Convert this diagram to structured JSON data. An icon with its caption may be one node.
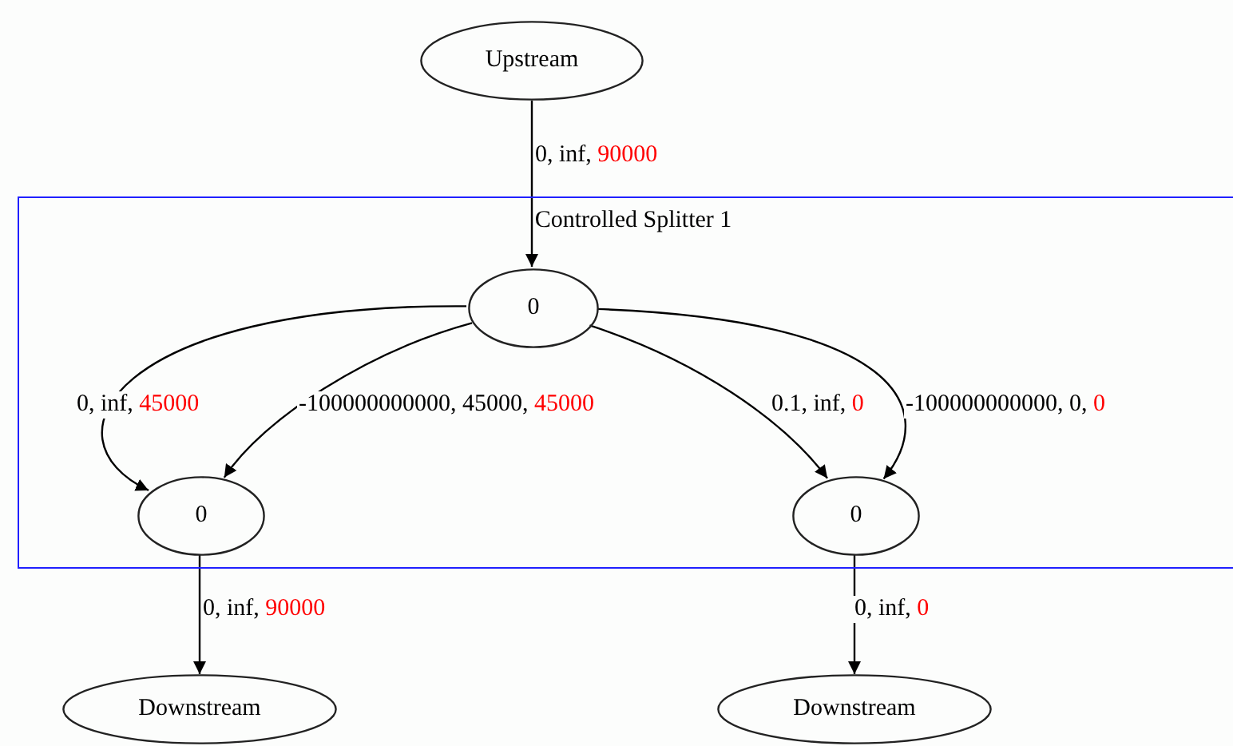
{
  "diagram": {
    "nodes": [
      {
        "text": [
          "Upstream"
        ]
      },
      {
        "text": [
          "Controlled Splitter 1"
        ]
      },
      {
        "text": [
          "0"
        ],
        "in": 1
      },
      {
        "text": [
          "0"
        ],
        "in": 1
      },
      {
        "text": [
          "0"
        ],
        "in": 1
      },
      {
        "text": [
          "Downstream"
        ]
      },
      {
        "text": [
          "Downstream"
        ]
      }
    ],
    "edges": [
      {
        "from": 0,
        "to": 2,
        "arrow": "to",
        "label": "0, inf, 90000"
      },
      {
        "from": 2,
        "to": 3,
        "arrow": "to",
        "label": "0, inf, 45000"
      },
      {
        "from": 2,
        "to": 3,
        "arrow": "to",
        "label": "-100000000000, 45000, 45000"
      },
      {
        "from": 2,
        "to": 4,
        "arrow": "to",
        "label": "0.1, inf, 0"
      },
      {
        "from": 2,
        "to": 4,
        "arrow": "to",
        "label": "-100000000000, 0, 0"
      },
      {
        "from": 3,
        "to": 5,
        "arrow": "to",
        "label": "0, inf, 90000"
      },
      {
        "from": 4,
        "to": 6,
        "arrow": "to",
        "label": "0, inf, 0"
      }
    ]
  }
}
